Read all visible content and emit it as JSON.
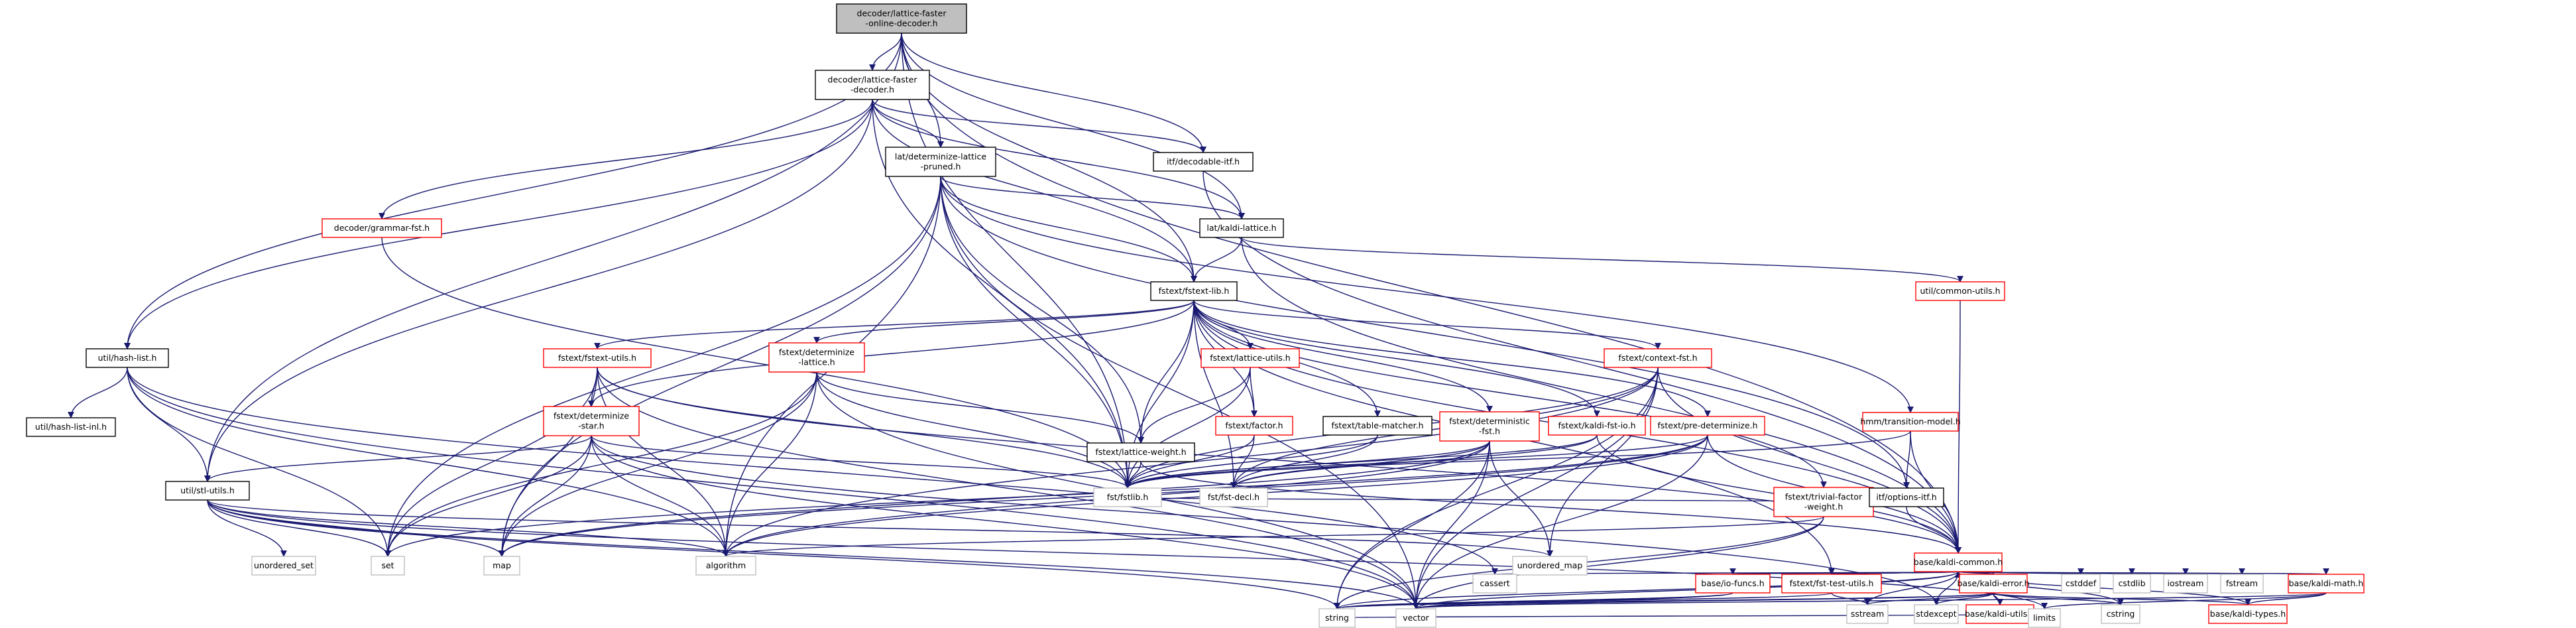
{
  "colors": {
    "edge": "#191970",
    "main_fill": "#bfbfbf",
    "documented_border": "#000000",
    "incomplete_border": "#ff0000",
    "external_border": "#bfbfbf"
  },
  "nodes": [
    {
      "id": "root",
      "lines": [
        "decoder/lattice-faster",
        "-online-decoder.h"
      ],
      "kind": "main"
    },
    {
      "id": "lfd",
      "lines": [
        "decoder/lattice-faster",
        "-decoder.h"
      ],
      "kind": "black"
    },
    {
      "id": "dlp",
      "lines": [
        "lat/determinize-lattice",
        "-pruned.h"
      ],
      "kind": "black"
    },
    {
      "id": "decitf",
      "lines": [
        "itf/decodable-itf.h"
      ],
      "kind": "black"
    },
    {
      "id": "katl",
      "lines": [
        "lat/kaldi-lattice.h"
      ],
      "kind": "black"
    },
    {
      "id": "gfst",
      "lines": [
        "decoder/grammar-fst.h"
      ],
      "kind": "red"
    },
    {
      "id": "fextlib",
      "lines": [
        "fstext/fstext-lib.h"
      ],
      "kind": "black"
    },
    {
      "id": "cutils",
      "lines": [
        "util/common-utils.h"
      ],
      "kind": "red"
    },
    {
      "id": "hlist",
      "lines": [
        "util/hash-list.h"
      ],
      "kind": "black"
    },
    {
      "id": "fstutils",
      "lines": [
        "fstext/fstext-utils.h"
      ],
      "kind": "red"
    },
    {
      "id": "detlat",
      "lines": [
        "fstext/determinize",
        "-lattice.h"
      ],
      "kind": "red"
    },
    {
      "id": "latutils",
      "lines": [
        "fstext/lattice-utils.h"
      ],
      "kind": "red"
    },
    {
      "id": "ctxfst",
      "lines": [
        "fstext/context-fst.h"
      ],
      "kind": "red"
    },
    {
      "id": "tmodel",
      "lines": [
        "hmm/transition-model.h"
      ],
      "kind": "red"
    },
    {
      "id": "detstar",
      "lines": [
        "fstext/determinize",
        "-star.h"
      ],
      "kind": "red"
    },
    {
      "id": "latw",
      "lines": [
        "fstext/lattice-weight.h"
      ],
      "kind": "black"
    },
    {
      "id": "factor",
      "lines": [
        "fstext/factor.h"
      ],
      "kind": "red"
    },
    {
      "id": "tmatch",
      "lines": [
        "fstext/table-matcher.h"
      ],
      "kind": "black"
    },
    {
      "id": "detfst",
      "lines": [
        "fstext/deterministic",
        "-fst.h"
      ],
      "kind": "red"
    },
    {
      "id": "kfstio",
      "lines": [
        "fstext/kaldi-fst-io.h"
      ],
      "kind": "red"
    },
    {
      "id": "predet",
      "lines": [
        "fstext/pre-determinize.h"
      ],
      "kind": "red"
    },
    {
      "id": "hlistinl",
      "lines": [
        "util/hash-list-inl.h"
      ],
      "kind": "black"
    },
    {
      "id": "stlutils",
      "lines": [
        "util/stl-utils.h"
      ],
      "kind": "black"
    },
    {
      "id": "fstlib",
      "lines": [
        "fst/fstlib.h"
      ],
      "kind": "gray"
    },
    {
      "id": "fstdecl",
      "lines": [
        "fst/fst-decl.h"
      ],
      "kind": "gray"
    },
    {
      "id": "trivf",
      "lines": [
        "fstext/trivial-factor",
        "-weight.h"
      ],
      "kind": "red"
    },
    {
      "id": "optitf",
      "lines": [
        "itf/options-itf.h"
      ],
      "kind": "black"
    },
    {
      "id": "kcommon",
      "lines": [
        "base/kaldi-common.h"
      ],
      "kind": "red"
    },
    {
      "id": "uset",
      "lines": [
        "unordered_set"
      ],
      "kind": "gray"
    },
    {
      "id": "set",
      "lines": [
        "set"
      ],
      "kind": "gray"
    },
    {
      "id": "map",
      "lines": [
        "map"
      ],
      "kind": "gray"
    },
    {
      "id": "algorithm",
      "lines": [
        "algorithm"
      ],
      "kind": "gray"
    },
    {
      "id": "umap",
      "lines": [
        "unordered_map"
      ],
      "kind": "gray"
    },
    {
      "id": "cassert",
      "lines": [
        "cassert"
      ],
      "kind": "gray"
    },
    {
      "id": "iofuncs",
      "lines": [
        "base/io-funcs.h"
      ],
      "kind": "red"
    },
    {
      "id": "ftest",
      "lines": [
        "fstext/fst-test-utils.h"
      ],
      "kind": "red"
    },
    {
      "id": "kerror",
      "lines": [
        "base/kaldi-error.h"
      ],
      "kind": "red"
    },
    {
      "id": "cstddef",
      "lines": [
        "cstddef"
      ],
      "kind": "gray"
    },
    {
      "id": "cstdlib",
      "lines": [
        "cstdlib"
      ],
      "kind": "gray"
    },
    {
      "id": "iostream",
      "lines": [
        "iostream"
      ],
      "kind": "gray"
    },
    {
      "id": "fstream",
      "lines": [
        "fstream"
      ],
      "kind": "gray"
    },
    {
      "id": "kmath",
      "lines": [
        "base/kaldi-math.h"
      ],
      "kind": "red"
    },
    {
      "id": "vector",
      "lines": [
        "vector"
      ],
      "kind": "gray"
    },
    {
      "id": "kutils",
      "lines": [
        "base/kaldi-utils.h"
      ],
      "kind": "red"
    },
    {
      "id": "stdexcept",
      "lines": [
        "stdexcept"
      ],
      "kind": "gray"
    },
    {
      "id": "sstream",
      "lines": [
        "sstream"
      ],
      "kind": "gray"
    },
    {
      "id": "cstring",
      "lines": [
        "cstring"
      ],
      "kind": "gray"
    },
    {
      "id": "ktypes",
      "lines": [
        "base/kaldi-types.h"
      ],
      "kind": "red"
    },
    {
      "id": "string",
      "lines": [
        "string"
      ],
      "kind": "gray"
    },
    {
      "id": "limits",
      "lines": [
        "limits"
      ],
      "kind": "gray"
    }
  ],
  "edges": [
    [
      "root",
      "lfd"
    ],
    [
      "root",
      "dlp"
    ],
    [
      "root",
      "decitf"
    ],
    [
      "root",
      "katl"
    ],
    [
      "root",
      "fextlib"
    ],
    [
      "root",
      "hlist"
    ],
    [
      "root",
      "stlutils"
    ],
    [
      "root",
      "fstlib"
    ],
    [
      "root",
      "kcommon"
    ],
    [
      "lfd",
      "dlp"
    ],
    [
      "lfd",
      "decitf"
    ],
    [
      "lfd",
      "katl"
    ],
    [
      "lfd",
      "gfst"
    ],
    [
      "lfd",
      "fextlib"
    ],
    [
      "lfd",
      "hlist"
    ],
    [
      "lfd",
      "stlutils"
    ],
    [
      "lfd",
      "fstlib"
    ],
    [
      "dlp",
      "katl"
    ],
    [
      "dlp",
      "fextlib"
    ],
    [
      "dlp",
      "latw"
    ],
    [
      "dlp",
      "fstlib"
    ],
    [
      "dlp",
      "set"
    ],
    [
      "dlp",
      "map"
    ],
    [
      "dlp",
      "algorithm"
    ],
    [
      "dlp",
      "vector"
    ],
    [
      "dlp",
      "tmodel"
    ],
    [
      "dlp",
      "optitf"
    ],
    [
      "decitf",
      "kcommon"
    ],
    [
      "katl",
      "fextlib"
    ],
    [
      "katl",
      "cutils"
    ],
    [
      "katl",
      "kcommon"
    ],
    [
      "gfst",
      "fstlib"
    ],
    [
      "fextlib",
      "fstutils"
    ],
    [
      "fextlib",
      "detlat"
    ],
    [
      "fextlib",
      "latutils"
    ],
    [
      "fextlib",
      "ctxfst"
    ],
    [
      "fextlib",
      "detstar"
    ],
    [
      "fextlib",
      "latw"
    ],
    [
      "fextlib",
      "factor"
    ],
    [
      "fextlib",
      "tmatch"
    ],
    [
      "fextlib",
      "detfst"
    ],
    [
      "fextlib",
      "kfstio"
    ],
    [
      "fextlib",
      "predet"
    ],
    [
      "fextlib",
      "trivf"
    ],
    [
      "fextlib",
      "fstlib"
    ],
    [
      "fextlib",
      "fstdecl"
    ],
    [
      "fextlib",
      "ftest"
    ],
    [
      "fextlib",
      "kcommon"
    ],
    [
      "cutils",
      "kcommon"
    ],
    [
      "hlist",
      "hlistinl"
    ],
    [
      "hlist",
      "stlutils"
    ],
    [
      "hlist",
      "set"
    ],
    [
      "hlist",
      "vector"
    ],
    [
      "hlist",
      "algorithm"
    ],
    [
      "hlist",
      "cassert"
    ],
    [
      "fstutils",
      "detstar"
    ],
    [
      "fstutils",
      "fstlib"
    ],
    [
      "fstutils",
      "set"
    ],
    [
      "fstutils",
      "map"
    ],
    [
      "fstutils",
      "algorithm"
    ],
    [
      "fstutils",
      "vector"
    ],
    [
      "fstutils",
      "kcommon"
    ],
    [
      "detlat",
      "latw"
    ],
    [
      "detlat",
      "fstlib"
    ],
    [
      "detlat",
      "set"
    ],
    [
      "detlat",
      "map"
    ],
    [
      "detlat",
      "algorithm"
    ],
    [
      "detlat",
      "vector"
    ],
    [
      "latutils",
      "latw"
    ],
    [
      "latutils",
      "factor"
    ],
    [
      "latutils",
      "fstlib"
    ],
    [
      "ctxfst",
      "fstlib"
    ],
    [
      "ctxfst",
      "fstdecl"
    ],
    [
      "ctxfst",
      "umap"
    ],
    [
      "ctxfst",
      "algorithm"
    ],
    [
      "ctxfst",
      "vector"
    ],
    [
      "ctxfst",
      "string"
    ],
    [
      "ctxfst",
      "kcommon"
    ],
    [
      "tmodel",
      "fstlib"
    ],
    [
      "tmodel",
      "optitf"
    ],
    [
      "tmodel",
      "kcommon"
    ],
    [
      "detstar",
      "fstlib"
    ],
    [
      "detstar",
      "set"
    ],
    [
      "detstar",
      "map"
    ],
    [
      "detstar",
      "algorithm"
    ],
    [
      "detstar",
      "vector"
    ],
    [
      "detstar",
      "stdexcept"
    ],
    [
      "detstar",
      "stlutils"
    ],
    [
      "latw",
      "fstlib"
    ],
    [
      "latw",
      "kcommon"
    ],
    [
      "factor",
      "fstlib"
    ],
    [
      "factor",
      "fstdecl"
    ],
    [
      "tmatch",
      "fstlib"
    ],
    [
      "tmatch",
      "fstdecl"
    ],
    [
      "detfst",
      "fstlib"
    ],
    [
      "detfst",
      "fstdecl"
    ],
    [
      "detfst",
      "algorithm"
    ],
    [
      "detfst",
      "map"
    ],
    [
      "detfst",
      "vector"
    ],
    [
      "detfst",
      "string"
    ],
    [
      "detfst",
      "umap"
    ],
    [
      "kfstio",
      "fstlib"
    ],
    [
      "kfstio",
      "fstdecl"
    ],
    [
      "kfstio",
      "kcommon"
    ],
    [
      "predet",
      "fstlib"
    ],
    [
      "predet",
      "algorithm"
    ],
    [
      "predet",
      "map"
    ],
    [
      "predet",
      "set"
    ],
    [
      "predet",
      "vector"
    ],
    [
      "predet",
      "kcommon"
    ],
    [
      "stlutils",
      "uset"
    ],
    [
      "stlutils",
      "set"
    ],
    [
      "stlutils",
      "map"
    ],
    [
      "stlutils",
      "algorithm"
    ],
    [
      "stlutils",
      "vector"
    ],
    [
      "stlutils",
      "string"
    ],
    [
      "stlutils",
      "umap"
    ],
    [
      "trivf",
      "fstlib"
    ],
    [
      "trivf",
      "vector"
    ],
    [
      "trivf",
      "string"
    ],
    [
      "trivf",
      "algorithm"
    ],
    [
      "optitf",
      "kcommon"
    ],
    [
      "kcommon",
      "cassert"
    ],
    [
      "kcommon",
      "iofuncs"
    ],
    [
      "kcommon",
      "ftest"
    ],
    [
      "kcommon",
      "kerror"
    ],
    [
      "kcommon",
      "cstddef"
    ],
    [
      "kcommon",
      "cstdlib"
    ],
    [
      "kcommon",
      "iostream"
    ],
    [
      "kcommon",
      "fstream"
    ],
    [
      "kcommon",
      "kmath"
    ],
    [
      "kcommon",
      "vector"
    ],
    [
      "kcommon",
      "kutils"
    ],
    [
      "kcommon",
      "stdexcept"
    ],
    [
      "kcommon",
      "sstream"
    ],
    [
      "kcommon",
      "cstring"
    ],
    [
      "kcommon",
      "ktypes"
    ],
    [
      "kcommon",
      "string"
    ],
    [
      "iofuncs",
      "vector"
    ],
    [
      "iofuncs",
      "string"
    ],
    [
      "iofuncs",
      "kcommon"
    ],
    [
      "ftest",
      "string"
    ],
    [
      "ftest",
      "sstream"
    ],
    [
      "ftest",
      "kcommon"
    ],
    [
      "kerror",
      "vector"
    ],
    [
      "kerror",
      "stdexcept"
    ],
    [
      "kerror",
      "sstream"
    ],
    [
      "kerror",
      "string"
    ],
    [
      "kerror",
      "cstring"
    ],
    [
      "kerror",
      "kutils"
    ],
    [
      "kerror",
      "ktypes"
    ],
    [
      "kmath",
      "kcommon"
    ],
    [
      "kmath",
      "ktypes"
    ],
    [
      "kmath",
      "limits"
    ],
    [
      "kmath",
      "vector"
    ],
    [
      "kutils",
      "string"
    ],
    [
      "kutils",
      "limits"
    ],
    [
      "stlutils",
      "limits"
    ]
  ]
}
